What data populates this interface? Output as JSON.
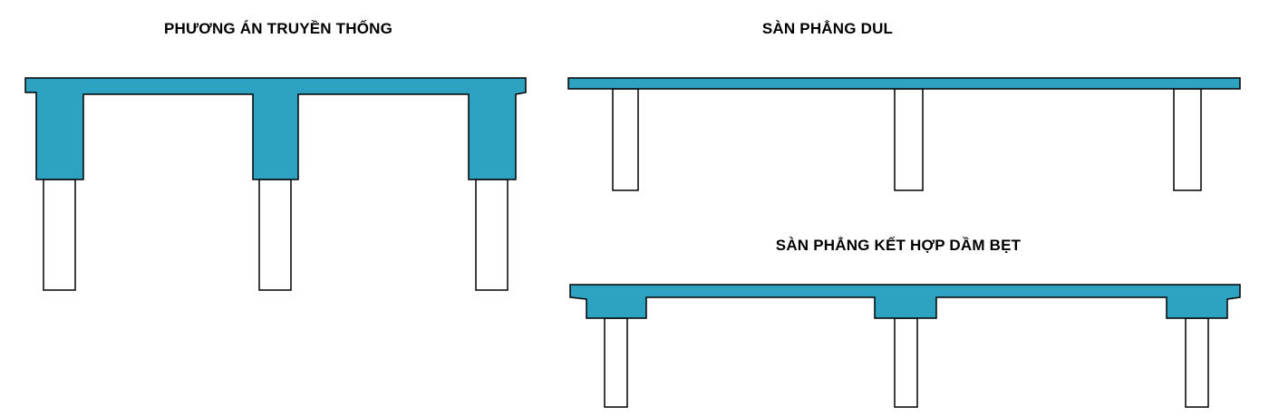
{
  "titles": {
    "traditional": "PHƯƠNG ÁN TRUYỀN THỐNG",
    "pt_flat_slab": "SÀN PHẲNG DUL",
    "flat_slab_with_band_beams": "SÀN PHẲNG KẾT HỢP DẦM BẸT"
  },
  "colors": {
    "concrete": "#2ea3c1",
    "column": "#ffffff",
    "outline": "#000000",
    "background": "#ffffff"
  }
}
